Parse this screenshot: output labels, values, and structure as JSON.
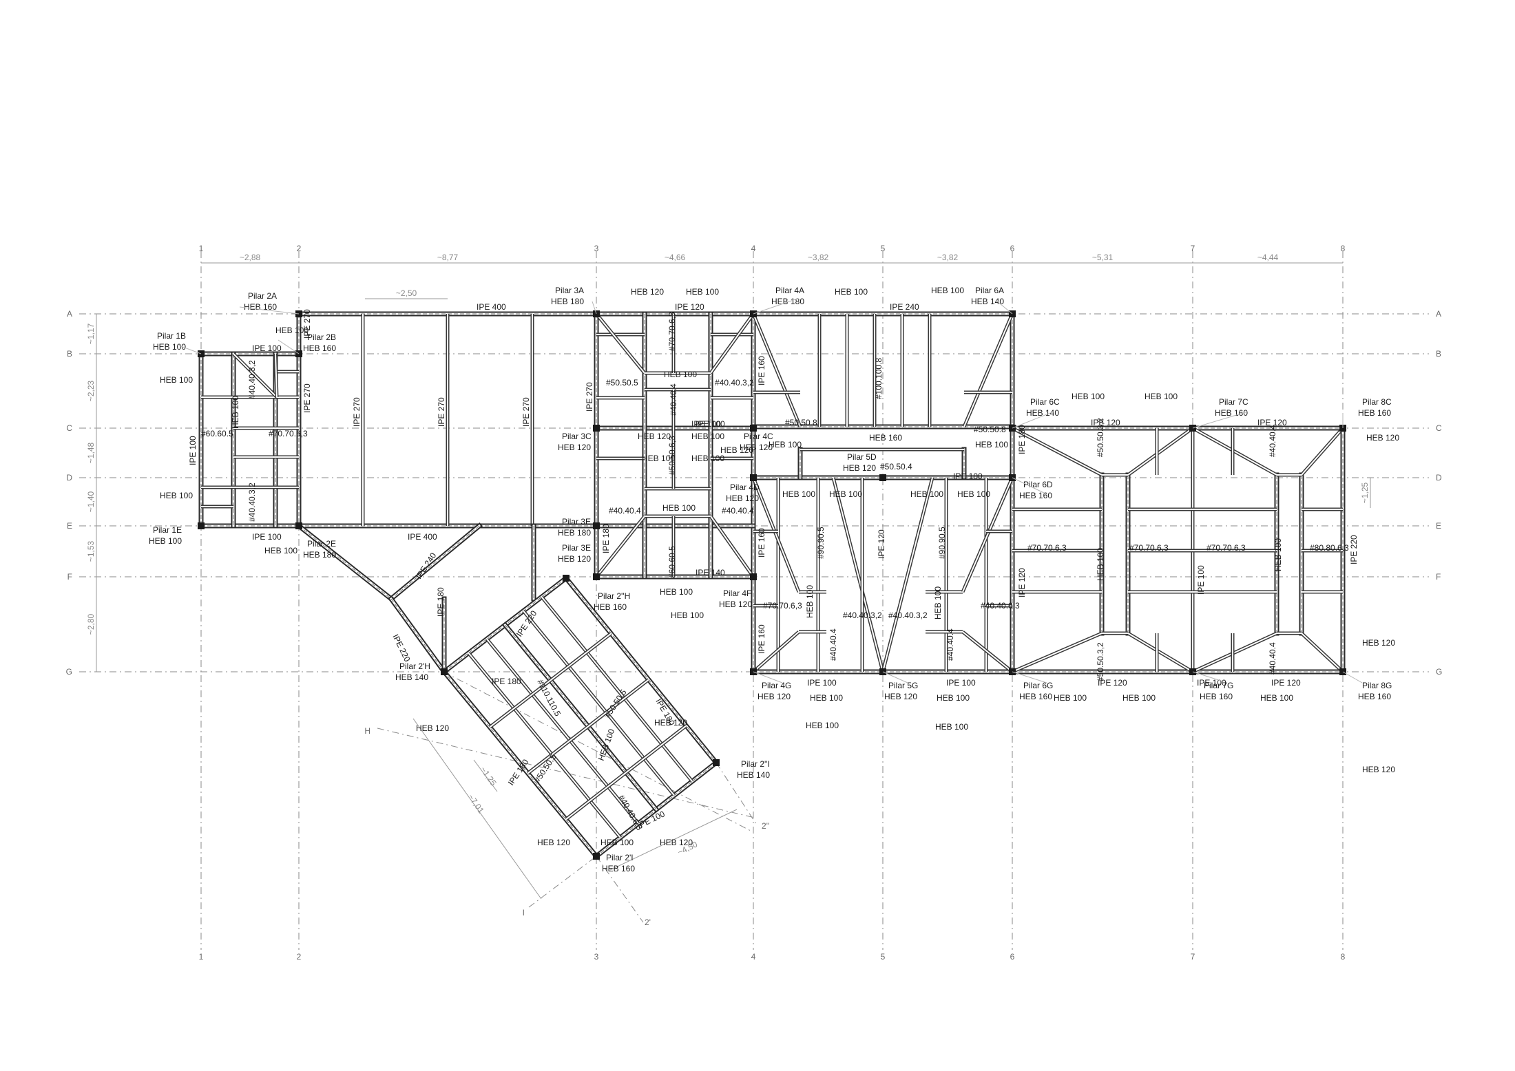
{
  "grid": {
    "columns": [
      "1",
      "2",
      "3",
      "4",
      "5",
      "6",
      "7",
      "8"
    ],
    "rows": [
      "A",
      "B",
      "C",
      "D",
      "E",
      "F",
      "G"
    ],
    "rotated_rows": [
      "H",
      "I"
    ],
    "rotated_columns": [
      "2'",
      "2''"
    ]
  },
  "dimensions": {
    "column_spacings": [
      "~2,88",
      "~8,77",
      "~4,66",
      "~3,82",
      "~3,82",
      "~5,31",
      "~4,44"
    ],
    "row_spacings": [
      "~1,17",
      "~2,23",
      "~1,48",
      "~1,40",
      "~1,53",
      "~2,80"
    ],
    "extra": [
      "~2,50",
      "~1,25",
      "~1,25",
      "~7,01",
      "~4,50"
    ]
  },
  "pillars": [
    {
      "name": "Pilar 1B",
      "profile": "HEB 100"
    },
    {
      "name": "Pilar 1E",
      "profile": "HEB 100"
    },
    {
      "name": "Pilar 2A",
      "profile": "HEB 160"
    },
    {
      "name": "Pilar 2B",
      "profile": "HEB 160"
    },
    {
      "name": "Pilar 2E",
      "profile": "HEB 180"
    },
    {
      "name": "Pilar 3A",
      "profile": "HEB 180"
    },
    {
      "name": "Pilar 3C",
      "profile": "HEB 120"
    },
    {
      "name": "Pilar 3E",
      "profile": "HEB 180"
    },
    {
      "name": "Pilar 3E",
      "profile": "HEB 120"
    },
    {
      "name": "Pilar 4A",
      "profile": "HEB 180"
    },
    {
      "name": "Pilar 4C",
      "profile": "HEB 120"
    },
    {
      "name": "Pilar 4D",
      "profile": "HEB 120"
    },
    {
      "name": "Pilar 4F",
      "profile": "HEB 120"
    },
    {
      "name": "Pilar 4G",
      "profile": "HEB 120"
    },
    {
      "name": "Pilar 5D",
      "profile": "HEB 120"
    },
    {
      "name": "Pilar 5G",
      "profile": "HEB 120"
    },
    {
      "name": "Pilar 6A",
      "profile": "HEB 140"
    },
    {
      "name": "Pilar 6C",
      "profile": "HEB 140"
    },
    {
      "name": "Pilar 6D",
      "profile": "HEB 160"
    },
    {
      "name": "Pilar 6G",
      "profile": "HEB 160"
    },
    {
      "name": "Pilar 7C",
      "profile": "HEB 160"
    },
    {
      "name": "Pilar 7G",
      "profile": "HEB 160"
    },
    {
      "name": "Pilar 8C",
      "profile": "HEB 160"
    },
    {
      "name": "Pilar 8G",
      "profile": "HEB 160"
    },
    {
      "name": "Pilar 2'H",
      "profile": "HEB 140"
    },
    {
      "name": "Pilar 2''H",
      "profile": "HEB 160"
    },
    {
      "name": "Pilar 2'I",
      "profile": "HEB 160"
    },
    {
      "name": "Pilar 2''I",
      "profile": "HEB 140"
    }
  ],
  "beam_labels": [
    "IPE 400",
    "IPE 400",
    "IPE 270",
    "IPE 270",
    "IPE 270",
    "IPE 270",
    "IPE 270",
    "IPE 100",
    "IPE 100",
    "IPE 100",
    "HEB 100",
    "#40.40.3,2",
    "#60.60.5",
    "#70.70.6,3",
    "#40.40.3,2",
    "HEB 100",
    "HEB 100",
    "HEB 100",
    "HEB 100",
    "HEB 120",
    "HEB 100",
    "IPE 120",
    "#70.70.6,3",
    "HEB 100",
    "#50.50.5",
    "#40.40.3,2",
    "#40.40.4",
    "IPE 100",
    "HEB 120",
    "HEB 100",
    "HEB 100",
    "HEB 100",
    "#50.50.6,3",
    "HEB 120",
    "#40.40.4",
    "HEB 100",
    "#40.40.4",
    "#60.60.5",
    "IPE 140",
    "HEB 100",
    "HEB 100",
    "IPE 180",
    "IPE 270",
    "HEB 100",
    "HEB 100",
    "IPE 240",
    "IPE 160",
    "#100.100.8",
    "IPE 100",
    "#50.50.8",
    "HEB 160",
    "#50.50.8",
    "HEB 100",
    "HEB 100",
    "#50.50.4",
    "IPE 100",
    "HEB 100",
    "HEB 100",
    "HEB 100",
    "HEB 100",
    "IPE 160",
    "#90.90.5",
    "IPE 120",
    "#90.90.5",
    "#70.70.6,3",
    "HEB 100",
    "#40.40.3,2",
    "#40.40.3,2",
    "HEB 100",
    "#40.40.6,3",
    "IPE 160",
    "#40.40.4",
    "#40.40.4",
    "IPE 100",
    "HEB 100",
    "HEB 100",
    "IPE 100",
    "HEB 100",
    "HEB 100",
    "HEB 100",
    "HEB 100",
    "IPE 120",
    "IPE 120",
    "HEB 120",
    "IPE 180",
    "#50.50.3,2",
    "#40.40.4",
    "HEB 120",
    "#70.70.6,3",
    "#70.70.6,3",
    "#70.70.6,3",
    "#80.80.6,3",
    "IPE 120",
    "HEB 100",
    "IPE 100",
    "IPE 220",
    "HEB 100",
    "IPE 100",
    "#50.50.3,2",
    "IPE 120",
    "IPE 120",
    "#40.40.4",
    "HEB 100",
    "HEB 100",
    "HEB 100",
    "HEB 120",
    "IPE 240",
    "IPE 220",
    "IPE 180",
    "IPE 180",
    "IPE 220",
    "#110.110.5",
    "#50.50.5",
    "IPE 180",
    "HEB 120",
    "HEB 100",
    "HEB 120",
    "#50.50.5",
    "IPE 180",
    "#40.40.6,3",
    "IPE 100",
    "HEB 120",
    "HEB 100",
    "HEB 120"
  ],
  "colors": {
    "ink": "#1a1a1a",
    "grid": "#8a8a8a",
    "paper": "#ffffff"
  }
}
